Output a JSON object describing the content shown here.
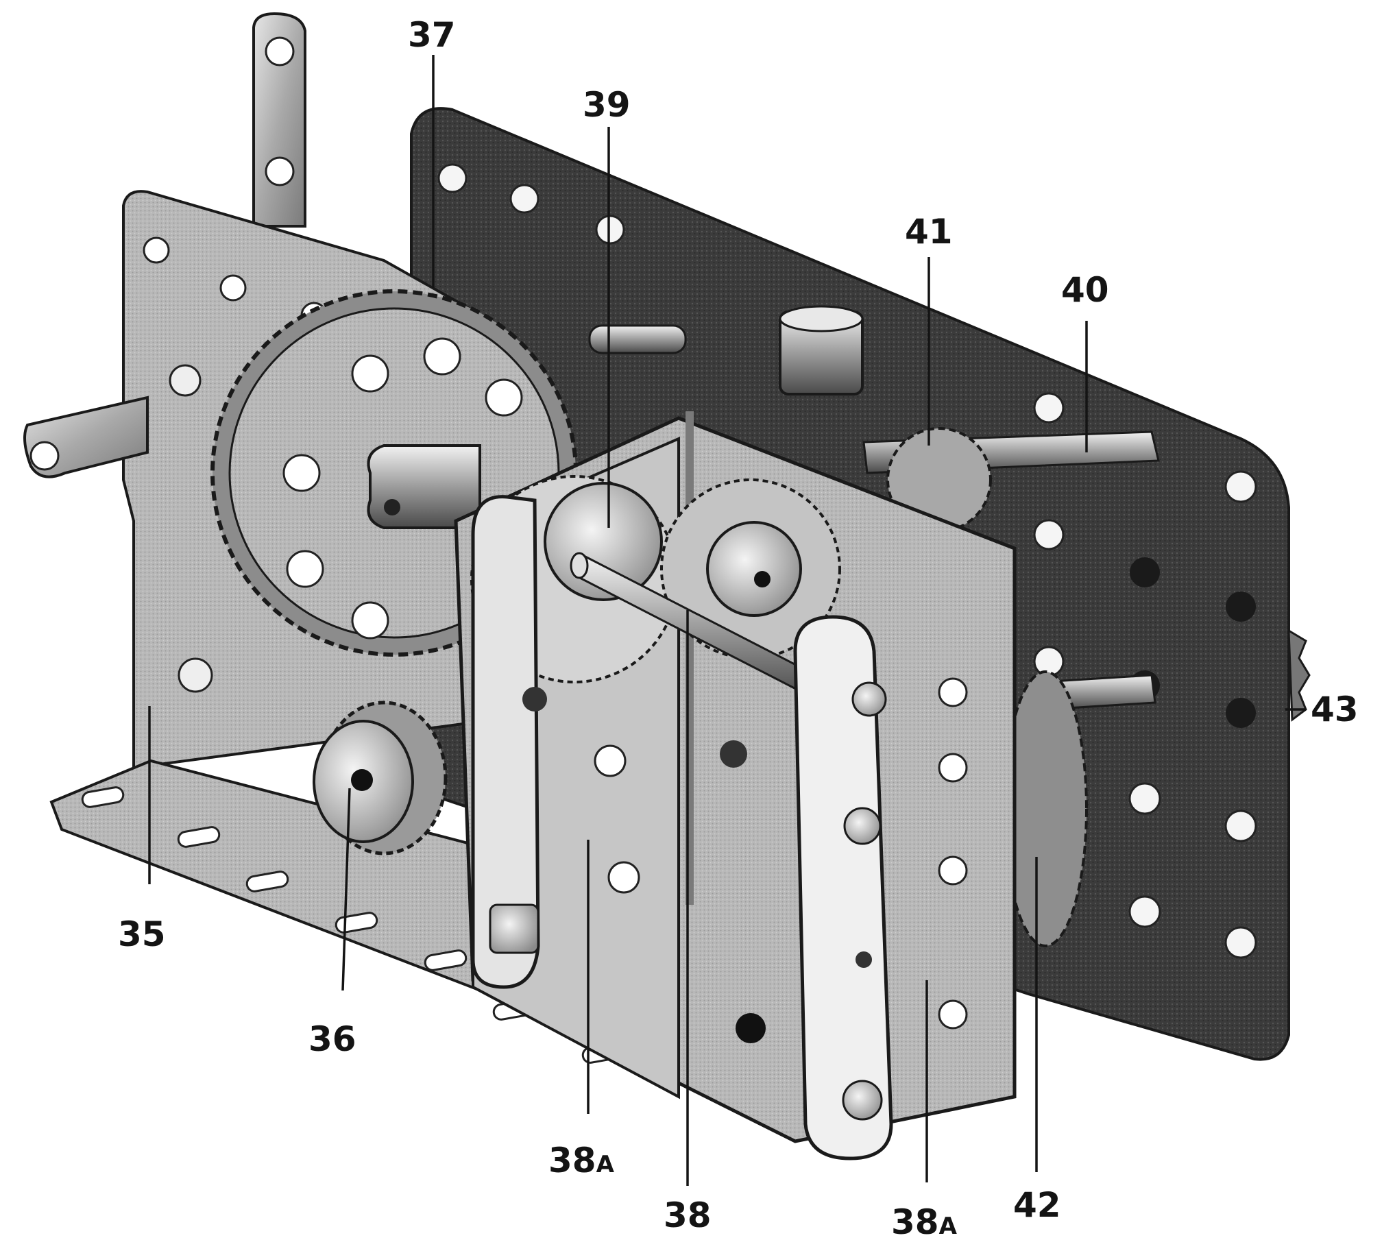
{
  "figure": {
    "labels": [
      {
        "id": "35",
        "text": "35"
      },
      {
        "id": "36",
        "text": "36"
      },
      {
        "id": "37",
        "text": "37"
      },
      {
        "id": "38",
        "text": "38"
      },
      {
        "id": "38a-left",
        "text": "38",
        "suffix": "A"
      },
      {
        "id": "38a-right",
        "text": "38",
        "suffix": "A"
      },
      {
        "id": "39",
        "text": "39"
      },
      {
        "id": "40",
        "text": "40"
      },
      {
        "id": "41",
        "text": "41"
      },
      {
        "id": "42",
        "text": "42"
      },
      {
        "id": "43",
        "text": "43"
      }
    ]
  }
}
